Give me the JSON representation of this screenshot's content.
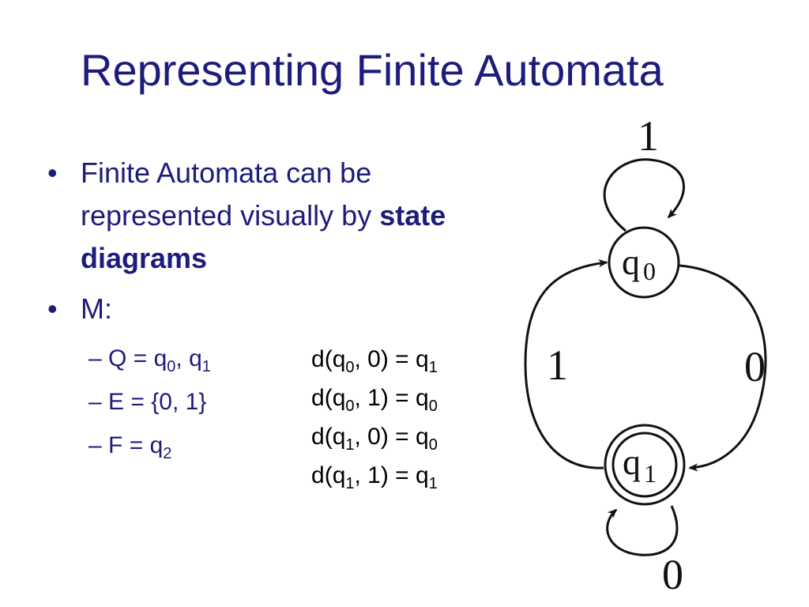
{
  "title": "Representing Finite Automata",
  "bullets": [
    {
      "symbol": "•",
      "text": "Finite Automata can be represented visually by",
      "bold": "state diagrams"
    },
    {
      "symbol": "•",
      "text": "M:"
    }
  ],
  "definitions": [
    {
      "dash": "–",
      "name": "Q",
      "eq": "=",
      "parts": [
        {
          "base": "q",
          "sub": "0"
        },
        {
          "sep": ", "
        },
        {
          "base": "q",
          "sub": "1"
        }
      ]
    },
    {
      "dash": "–",
      "name": "E",
      "eq": "=",
      "value": "{0, 1}"
    },
    {
      "dash": "–",
      "name": "F",
      "eq": "=",
      "parts": [
        {
          "base": "q",
          "sub": "2"
        }
      ]
    }
  ],
  "transitions": [
    {
      "func": "d",
      "state": "q",
      "state_sub": "0",
      "input": "0",
      "result": "q",
      "result_sub": "1"
    },
    {
      "func": "d",
      "state": "q",
      "state_sub": "0",
      "input": "1",
      "result": "q",
      "result_sub": "0"
    },
    {
      "func": "d",
      "state": "q",
      "state_sub": "1",
      "input": "0",
      "result": "q",
      "result_sub": "0"
    },
    {
      "func": "d",
      "state": "q",
      "state_sub": "1",
      "input": "1",
      "result": "q",
      "result_sub": "1"
    }
  ],
  "diagram": {
    "states": [
      {
        "id": "q0",
        "base": "q",
        "sub": "0",
        "accepting": false
      },
      {
        "id": "q1",
        "base": "q",
        "sub": "1",
        "accepting": true
      }
    ],
    "edges": [
      {
        "from": "q0",
        "to": "q0",
        "label": "1"
      },
      {
        "from": "q0",
        "to": "q1",
        "label": "0"
      },
      {
        "from": "q1",
        "to": "q0",
        "label": "1"
      },
      {
        "from": "q1",
        "to": "q1",
        "label": "0"
      }
    ]
  },
  "colors": {
    "text": "#1c1c7c",
    "formula": "#000000",
    "diagram": "#111111",
    "background": "#ffffff"
  }
}
